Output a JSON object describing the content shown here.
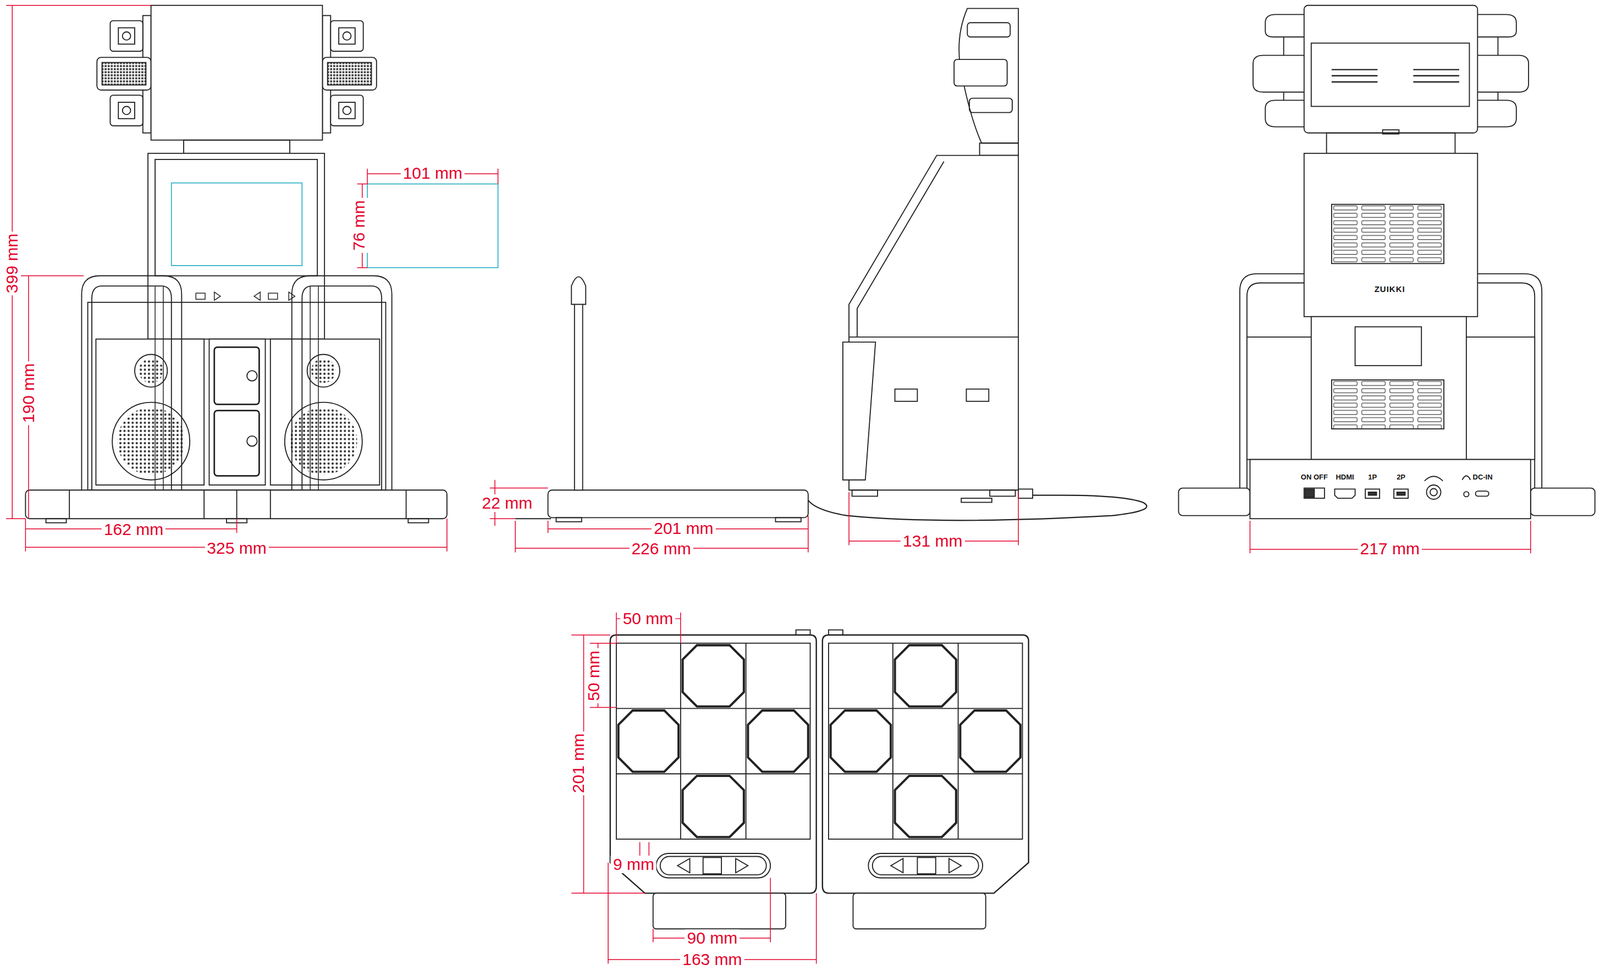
{
  "diagram": {
    "labels": [
      "399 mm",
      "190 mm",
      "101 mm",
      "76 mm",
      "162 mm",
      "325 mm",
      "22 mm",
      "201 mm",
      "226 mm",
      "131 mm",
      "217 mm",
      "ZUIKKI",
      "ON OFF",
      "HDMI",
      "1P",
      "2P",
      "DC-IN",
      "50 mm",
      "50 mm",
      "201 mm",
      "9 mm",
      "90 mm",
      "163 mm"
    ]
  }
}
